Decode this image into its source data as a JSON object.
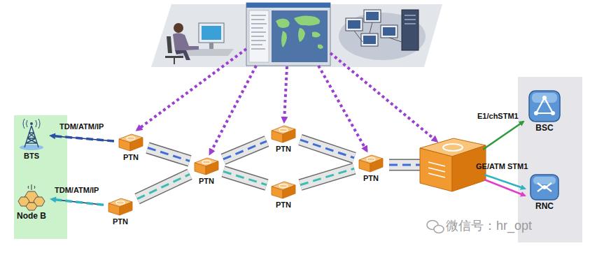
{
  "diagram": {
    "nodes": [
      {
        "text": [
          "BTS"
        ]
      },
      {
        "text": [
          "PTN"
        ]
      },
      {
        "text": [
          "PTN"
        ]
      },
      {
        "text": [
          "PTN"
        ]
      },
      {
        "text": [
          "PTN"
        ]
      },
      {
        "text": [
          "BSC"
        ]
      },
      {
        "text": [
          "Node B"
        ]
      },
      {
        "text": [
          "PTN"
        ]
      },
      {
        "text": [
          "PTN"
        ]
      },
      {
        "text": [
          "RNC"
        ]
      }
    ],
    "edges": [
      {
        "from": 1,
        "to": 0,
        "label": "TDM/ATM/IP",
        "arrow": "to"
      },
      {
        "from": 7,
        "to": 6,
        "label": "TDM/ATM/IP",
        "arrow": "to"
      },
      {
        "from": 1,
        "to": 3,
        "arrow": "none"
      },
      {
        "from": 7,
        "to": 3,
        "arrow": "none"
      },
      {
        "from": 3,
        "to": 2,
        "arrow": "none"
      },
      {
        "from": 3,
        "to": 8,
        "arrow": "none"
      },
      {
        "from": 2,
        "to": 4,
        "arrow": "none"
      },
      {
        "from": 8,
        "to": 4,
        "arrow": "none"
      }
    ],
    "labels": [
      "E1/chSTM1",
      "GE/ATM STM1",
      "微信号：hr_opt"
    ]
  }
}
